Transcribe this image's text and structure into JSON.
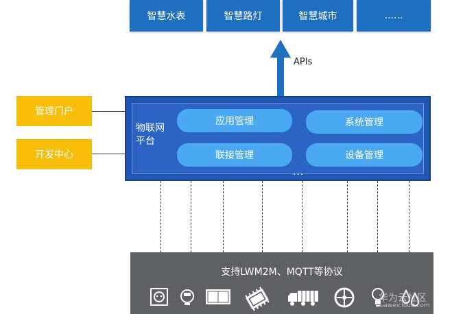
{
  "applications": [
    "智慧水表",
    "智慧路灯",
    "智慧城市",
    "......"
  ],
  "api_label": "APIs",
  "portals": [
    "管理门户",
    "开发中心"
  ],
  "platform": {
    "title": "物联网平台",
    "modules": [
      "应用管理",
      "系统管理",
      "联接管理",
      "设备管理"
    ],
    "more": "..."
  },
  "protocol_text": "支持LWM2M、MQTT等协议",
  "devices": [
    "power-socket-icon",
    "smart-meter-icon",
    "panel-device-icon",
    "chip-module-icon",
    "truck-icon",
    "wheel-sensor-icon",
    "light-bulb-icon",
    "water-drops-icon"
  ],
  "watermark": {
    "brand": "华为云社区",
    "url": "huaweicloud.com"
  },
  "colors": {
    "app_blue": "#1f6fc0",
    "portal_yellow": "#f7bf0c",
    "platform_blue": "#1e56b0",
    "module_blue": "#4aa9f0",
    "protocol_gray": "#5e6064"
  }
}
